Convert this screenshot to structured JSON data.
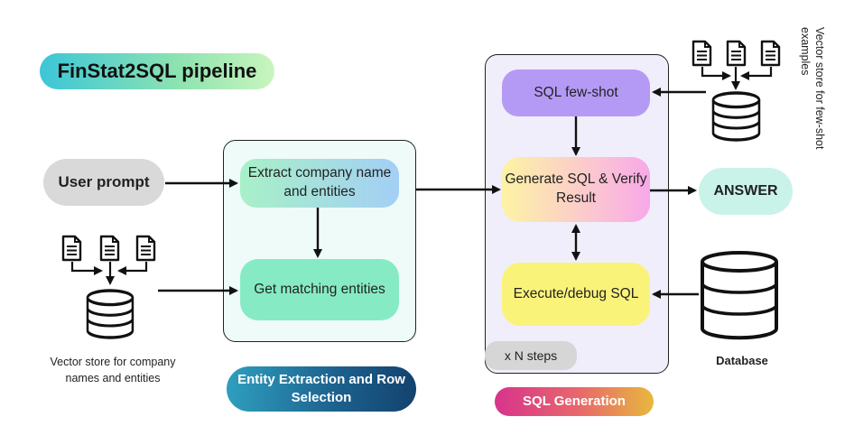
{
  "title": "FinStat2SQL pipeline",
  "nodes": {
    "user_prompt": "User prompt",
    "extract": "Extract company name and entities",
    "matching": "Get matching entities",
    "few_shot": "SQL few-shot",
    "generate": "Generate SQL & Verify Result",
    "execute": "Execute/debug SQL",
    "answer": "ANSWER",
    "steps": "x N steps"
  },
  "stage_labels": {
    "entity": "Entity Extraction and Row Selection",
    "sql": "SQL Generation"
  },
  "captions": {
    "vector_store_left": "Vector store for company names and entities",
    "vector_store_right": "Vector store for few-shot examples",
    "database": "Database"
  },
  "icons": {
    "documents": "document-icon",
    "vector_store": "database-icon",
    "database": "database-icon"
  },
  "colors": {
    "title_gradient": [
      "#3cc6d8",
      "#c9f5bd"
    ],
    "extract": "#a8f0c8",
    "matching": "#86ebc4",
    "few_shot": "#b59af5",
    "generate": "#fbc0d6",
    "execute": "#faf37a",
    "answer": "#c9f3e8",
    "entity_label": "#1c5f8c",
    "sql_label": "#d8338c"
  }
}
